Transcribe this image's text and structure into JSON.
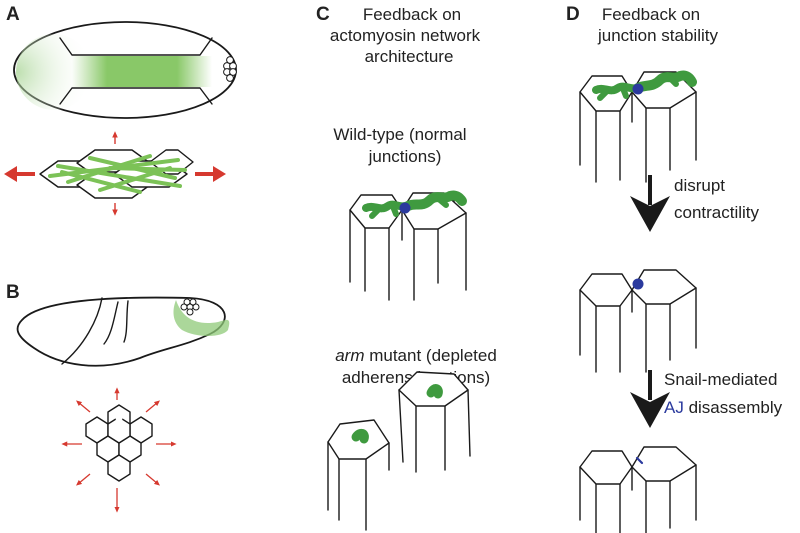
{
  "panels": {
    "a": {
      "letter": "A"
    },
    "b": {
      "letter": "B"
    },
    "c": {
      "letter": "C",
      "heading": [
        "Feedback on",
        "actomyosin network",
        "architecture"
      ],
      "wildtype_label": [
        "Wild-type (normal",
        "junctions)"
      ],
      "mutant_label_italic": "arm",
      "mutant_label_rest": " mutant (depleted",
      "mutant_label_line2": "adherens junctions)"
    },
    "d": {
      "letter": "D",
      "heading": [
        "Feedback on",
        "junction stability"
      ],
      "step1": [
        "disrupt",
        "contractility"
      ],
      "step2_line1": "Snail-mediated",
      "step2_aj": "AJ",
      "step2_rest": " disassembly"
    }
  },
  "colors": {
    "myosin": "#3f9a3f",
    "actin": "#7cc257",
    "junction_dot": "#2b3a9e",
    "force_arrow": "#d6392f",
    "text": "#222222",
    "aj_text": "#2b3a9e"
  }
}
